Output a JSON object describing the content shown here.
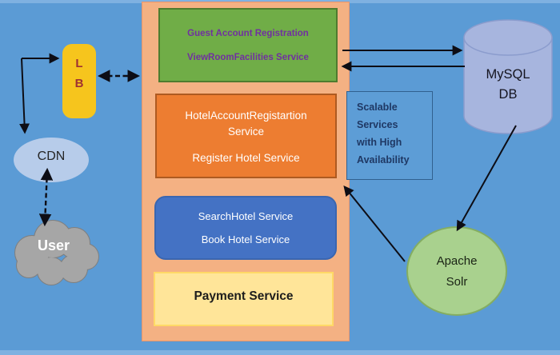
{
  "nodes": {
    "lb": {
      "line1": "L",
      "line2": "B"
    },
    "cdn": {
      "label": "CDN"
    },
    "user": {
      "label": "User"
    },
    "guest": {
      "line1": "Guest Account Registration",
      "line2": "ViewRoomFacilities Service"
    },
    "hotel": {
      "line1": "HotelAccountRegistartion Service",
      "line2": "Register Hotel Service"
    },
    "search": {
      "line1": "SearchHotel Service",
      "line2": "Book Hotel Service"
    },
    "payment": {
      "label": "Payment Service"
    },
    "note": {
      "line1": "Scalable",
      "line2": "Services",
      "line3": "with High",
      "line4": "Availability"
    },
    "mysql": {
      "line1": "MySQL",
      "line2": "DB"
    },
    "solr": {
      "line1": "Apache",
      "line2": "Solr"
    }
  },
  "colors": {
    "background": "#5B9BD5",
    "edge_strip": "#7FB1E1",
    "container": "#F4B183",
    "container_border": "#E8946A",
    "green_fill": "#70AD47",
    "green_border": "#4F7B2F",
    "purple_text": "#7030A0",
    "orange_fill": "#ED7D31",
    "orange_border": "#AE5A21",
    "blue_fill": "#4472C4",
    "blue_border": "#3A66B0",
    "yellow_fill": "#FFE599",
    "yellow_border": "#FFD966",
    "gold_fill": "#F6C51D",
    "lb_text": "#9E3132",
    "cdn_fill": "#B7CCEA",
    "cloud_fill": "#A6A6A6",
    "cloud_border": "#7F7F7F",
    "cylinder_fill": "#A7B5DE",
    "cylinder_border": "#8B9CCD",
    "mysql_text": "#14141F",
    "solr_fill": "#A9D18E",
    "solr_border": "#84AD62",
    "note_fill": "#5D9DD6",
    "note_border": "#31608F",
    "note_text": "#1F3864",
    "arrow": "#0D0D15"
  }
}
